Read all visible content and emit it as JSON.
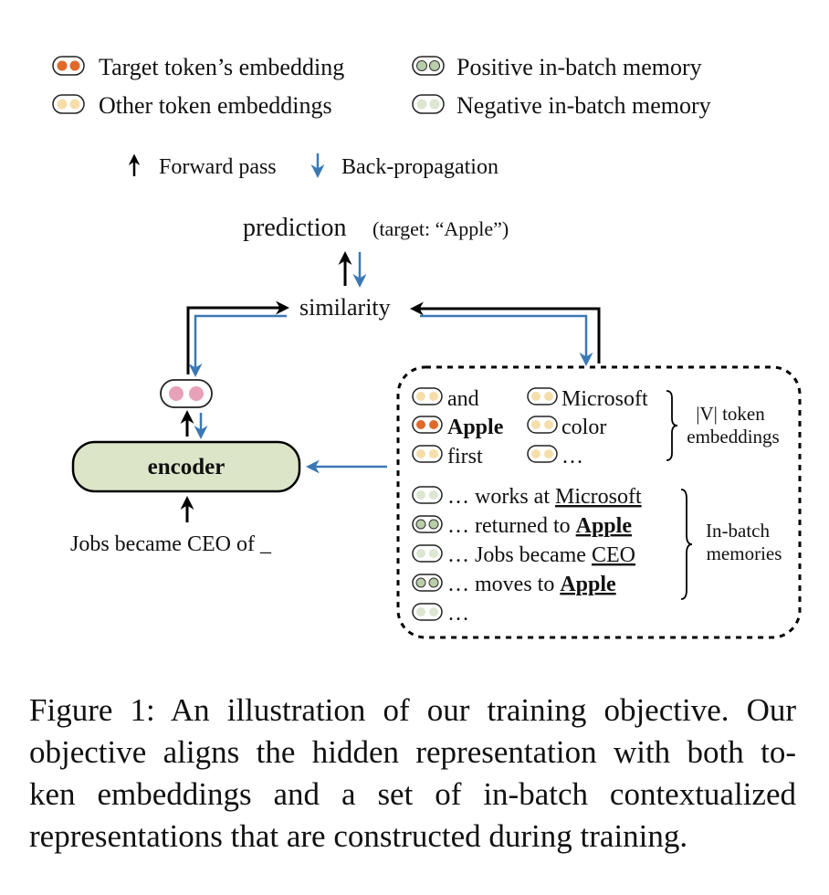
{
  "legend": {
    "target": "Target token’s embedding",
    "other": "Other token embeddings",
    "positive": "Positive in-batch memory",
    "negative": "Negative in-batch memory",
    "forward": "Forward pass",
    "backprop": "Back-propagation"
  },
  "diagram": {
    "prediction": "prediction",
    "target_note": "(target: “Apple”)",
    "similarity": "similarity",
    "encoder": "encoder",
    "input": "Jobs became CEO of _",
    "vocab_label_1": "|V| token",
    "vocab_label_2": "embeddings",
    "memory_label_1": "In-batch",
    "memory_label_2": "memories",
    "vocab": [
      "and",
      "Microsoft",
      "Apple",
      "color",
      "first",
      "…"
    ],
    "memories": [
      {
        "prefix": "… works at ",
        "word": "Microsoft"
      },
      {
        "prefix": "… returned to ",
        "word": "Apple"
      },
      {
        "prefix": "… Jobs became ",
        "word": "CEO"
      },
      {
        "prefix": "… moves to ",
        "word": "Apple"
      },
      {
        "prefix": "…",
        "word": ""
      }
    ]
  },
  "colors": {
    "target": "#e06a2a",
    "other": "#f5deaa",
    "positive": "#b9cda8",
    "negative": "#dce6d2",
    "hidden": "#e7a1b8",
    "encoder_fill": "#dde5c9",
    "arrow_back": "#3a78b5"
  },
  "caption": [
    "Figure 1: An illustration of our training objective. Our",
    "objective aligns the hidden representation with both to-",
    "ken embeddings and a set of in-batch contextualized",
    "representations that are constructed during training."
  ]
}
